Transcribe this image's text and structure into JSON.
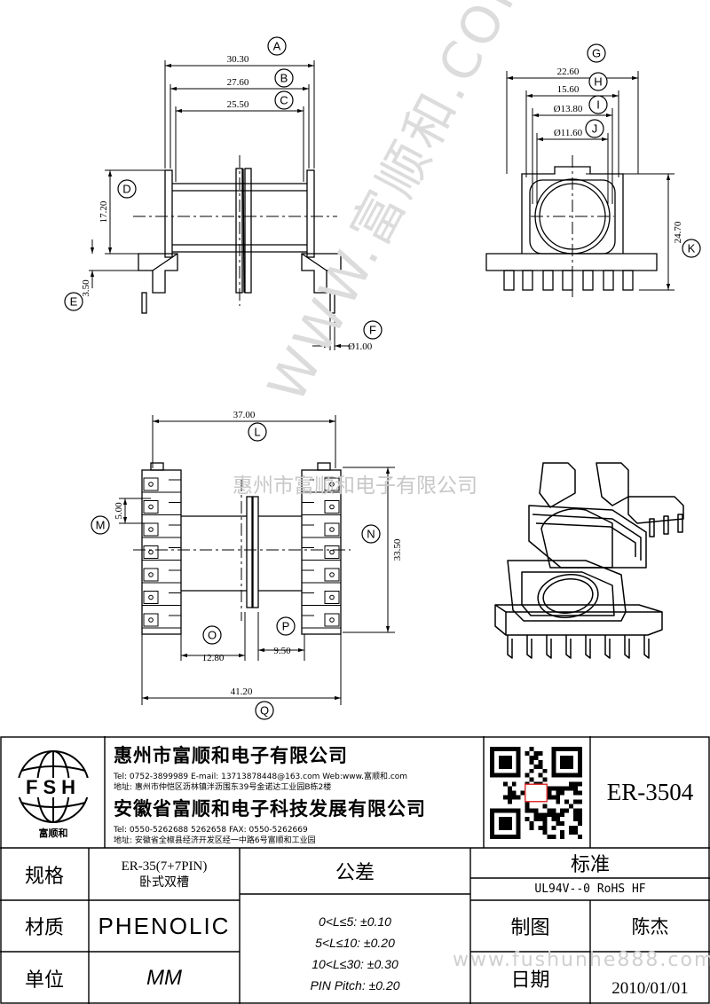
{
  "drawing": {
    "dims": {
      "A": "30.30",
      "B": "27.60",
      "C": "25.50",
      "D": "17.20",
      "E": "3.50",
      "F": "Ø1.00",
      "G": "22.60",
      "H": "15.60",
      "I": "Ø13.80",
      "J": "Ø11.60",
      "K": "24.70",
      "L": "37.00",
      "M": "5.00",
      "N": "33.50",
      "O": "12.80",
      "P": "9.50",
      "Q": "41.20"
    },
    "markers": [
      "A",
      "B",
      "C",
      "D",
      "E",
      "F",
      "G",
      "H",
      "I",
      "J",
      "K",
      "L",
      "M",
      "N",
      "O",
      "P",
      "Q"
    ]
  },
  "watermark": {
    "diagonal": "WWW.富顺和.COM",
    "center": "惠州市富顺和电子有限公司",
    "bottom": "www.fushunhe888.com"
  },
  "title_block": {
    "logo_text": "FSH",
    "logo_caption": "富顺和",
    "company1": {
      "name": "惠州市富顺和电子有限公司",
      "contact": "Tel:  0752-3899989  E-mail: 13713878448@163.com  Web:www.富顺和.com",
      "address": "地址: 惠州市仲恺区沥林镇泮沥围东39号金诺达工业园B栋2楼"
    },
    "company2": {
      "name": "安徽省富顺和电子科技发展有限公司",
      "contact": "Tel:  0550-5262688  5262658      FAX: 0550-5262669",
      "address": "地址: 安徽省全椒县经济开发区经一中路6号富顺和工业园"
    },
    "part_number": "ER-3504",
    "labels": {
      "spec": "规格",
      "material": "材质",
      "unit": "单位",
      "tolerance": "公差",
      "standard": "标准",
      "drawn": "制图",
      "date": "日期"
    },
    "values": {
      "spec_line1": "ER-35(7+7PIN)",
      "spec_line2": "卧式双槽",
      "material": "PHENOLIC",
      "unit": "MM",
      "standard": "UL94V--0  RoHS HF",
      "drawn": "陈杰",
      "date": "2010/01/01"
    },
    "tolerances": [
      "0<L≤5: ±0.10",
      "5<L≤10: ±0.20",
      "10<L≤30: ±0.30",
      "PIN Pitch: ±0.20"
    ]
  }
}
